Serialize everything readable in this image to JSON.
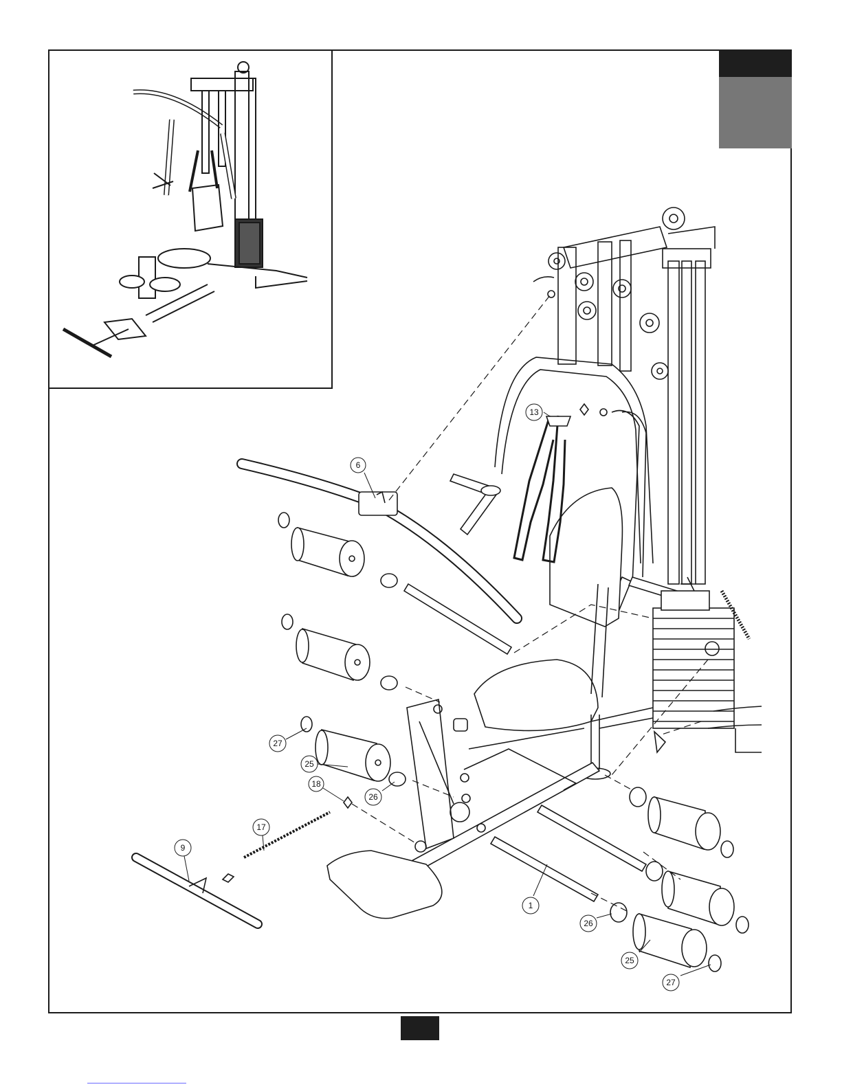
{
  "callouts": {
    "c6": "6",
    "c13": "13",
    "c27a": "27",
    "c25a": "25",
    "c18": "18",
    "c26a": "26",
    "c17": "17",
    "c9": "9",
    "c1": "1",
    "c26b": "26",
    "c25b": "25",
    "c27b": "27"
  },
  "colors": {
    "ink": "#1a1a1a",
    "tab_dark": "#1e1e1e",
    "tab_gray": "#777777",
    "footer_link": "#6a6aff"
  }
}
